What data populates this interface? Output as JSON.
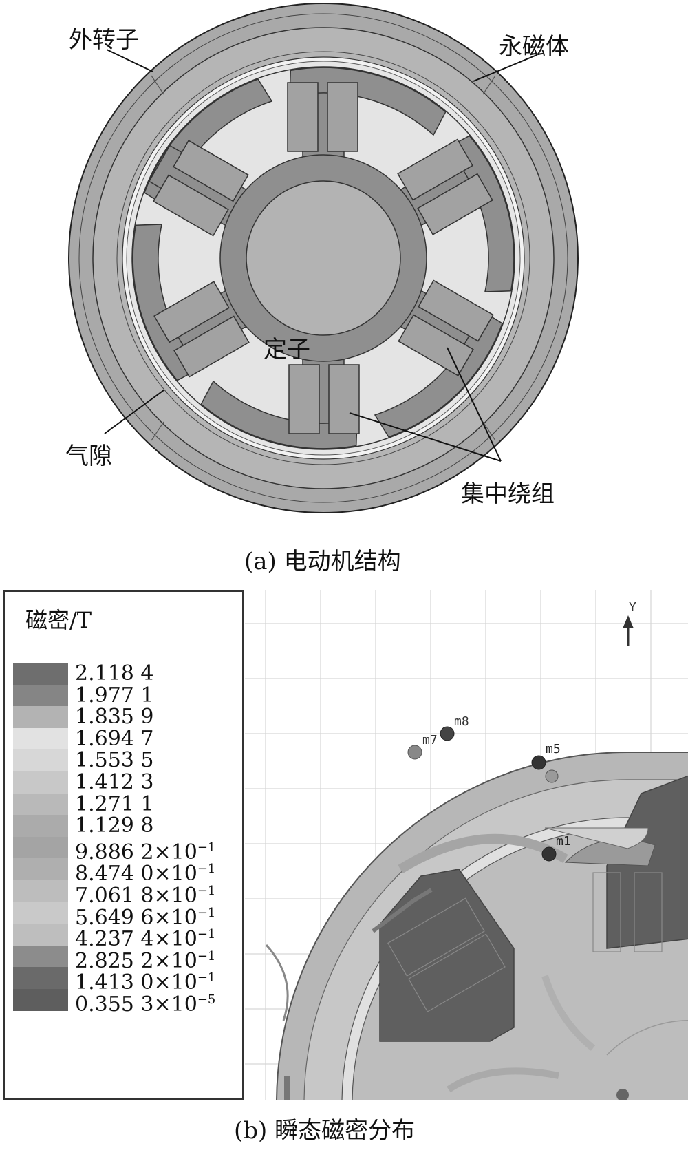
{
  "figure_a": {
    "labels": {
      "outer_rotor": "外转子",
      "permanent_magnet": "永磁体",
      "stator": "定子",
      "air_gap": "气隙",
      "winding": "集中绕组"
    },
    "caption": "(a) 电动机结构"
  },
  "figure_b": {
    "legend_title": "磁密/T",
    "legend": [
      {
        "mant": "2.118 4",
        "exp": "",
        "color": "#6e6e6e"
      },
      {
        "mant": "1.977 1",
        "exp": "",
        "color": "#858585"
      },
      {
        "mant": "1.835 9",
        "exp": "",
        "color": "#b3b3b3"
      },
      {
        "mant": "1.694 7",
        "exp": "",
        "color": "#e2e2e2"
      },
      {
        "mant": "1.553 5",
        "exp": "",
        "color": "#d7d7d7"
      },
      {
        "mant": "1.412 3",
        "exp": "",
        "color": "#c8c8c8"
      },
      {
        "mant": "1.271 1",
        "exp": "",
        "color": "#b9b9b9"
      },
      {
        "mant": "1.129 8",
        "exp": "",
        "color": "#ababab"
      },
      {
        "mant": "9.886 2×10",
        "exp": "−1",
        "color": "#a4a4a4"
      },
      {
        "mant": "8.474 0×10",
        "exp": "−1",
        "color": "#afafaf"
      },
      {
        "mant": "7.061 8×10",
        "exp": "−1",
        "color": "#bdbdbd"
      },
      {
        "mant": "5.649 6×10",
        "exp": "−1",
        "color": "#c9c9c9"
      },
      {
        "mant": "4.237 4×10",
        "exp": "−1",
        "color": "#bebebe"
      },
      {
        "mant": "2.825 2×10",
        "exp": "−1",
        "color": "#8c8c8c"
      },
      {
        "mant": "1.413 0×10",
        "exp": "−1",
        "color": "#6a6a6a"
      },
      {
        "mant": "0.355 3×10",
        "exp": "−5",
        "color": "#5e5e5e"
      }
    ],
    "axis_label": "Y",
    "markers": [
      "m8",
      "m7",
      "m5",
      "m1"
    ],
    "caption": "(b) 瞬态磁密分布"
  }
}
